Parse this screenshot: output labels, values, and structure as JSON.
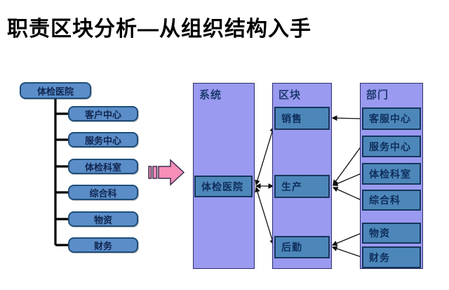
{
  "slide": {
    "title": "职责区块分析—从组织结构入手"
  },
  "org_tree": {
    "root": "体检医院",
    "children": [
      "客户中心",
      "服务中心",
      "体检科室",
      "综合科",
      "物资",
      "财务"
    ]
  },
  "arrow_icon": "striped-right-arrow",
  "columns": [
    {
      "header": "系统",
      "items": [
        "体检医院"
      ]
    },
    {
      "header": "区块",
      "items": [
        "销售",
        "生产",
        "后勤"
      ]
    },
    {
      "header": "部门",
      "items": [
        "客服中心",
        "服务中心",
        "体检科室",
        "综合科",
        "物资",
        "财务"
      ]
    }
  ],
  "colors": {
    "tree_box_fill": "#5b8dc8",
    "tree_box_border": "#1f4e79",
    "column_fill": "#9a9af0",
    "column_border": "#2e2e6e",
    "inner_box_fill": "#4d87ba",
    "inner_box_border": "#16365c",
    "arrow_fill": "#f78fb8",
    "arrow_outline": "#3f3151",
    "connector": "#111111",
    "title_color": "#000000"
  }
}
